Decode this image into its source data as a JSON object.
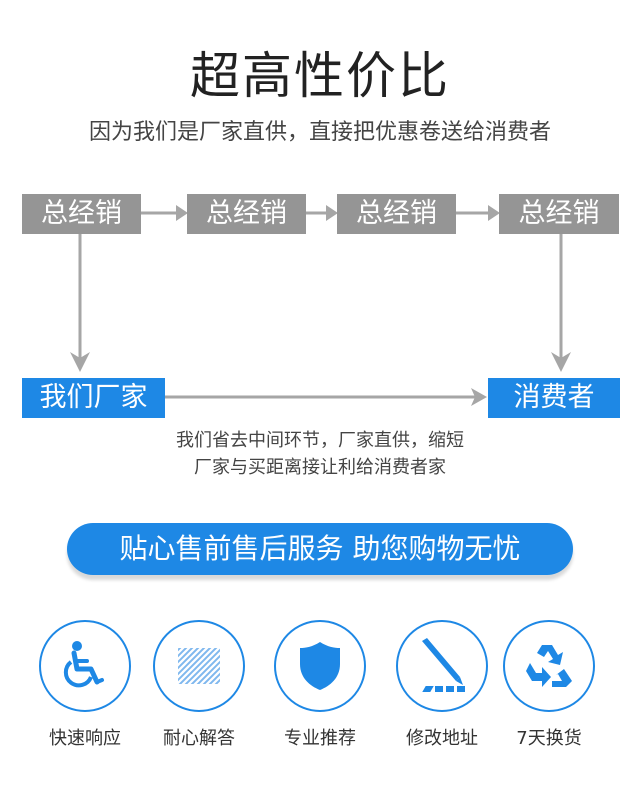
{
  "header": {
    "title": "超高性价比",
    "subtitle": "因为我们是厂家直供，直接把优惠卷送给消费者"
  },
  "flow": {
    "distributors": [
      "总经销",
      "总经销",
      "总经销",
      "总经销"
    ],
    "factory": "我们厂家",
    "consumer": "消费者",
    "note_line1": "我们省去中间环节，厂家直供，缩短",
    "note_line2": "厂家与买距离接让利给消费者家"
  },
  "banner": {
    "text": "贴心售前售后服务 助您购物无忧"
  },
  "features": [
    {
      "label": "快速响应",
      "icon": "wheelchair-icon"
    },
    {
      "label": "耐心解答",
      "icon": "striped-square-icon"
    },
    {
      "label": "专业推荐",
      "icon": "shield-icon"
    },
    {
      "label": "修改地址",
      "icon": "pen-icon"
    },
    {
      "label": "7天换货",
      "icon": "recycle-icon"
    }
  ],
  "colors": {
    "gray_box": "#959595",
    "accent_blue": "#1e88e5",
    "arrow": "#a6a6a6"
  }
}
